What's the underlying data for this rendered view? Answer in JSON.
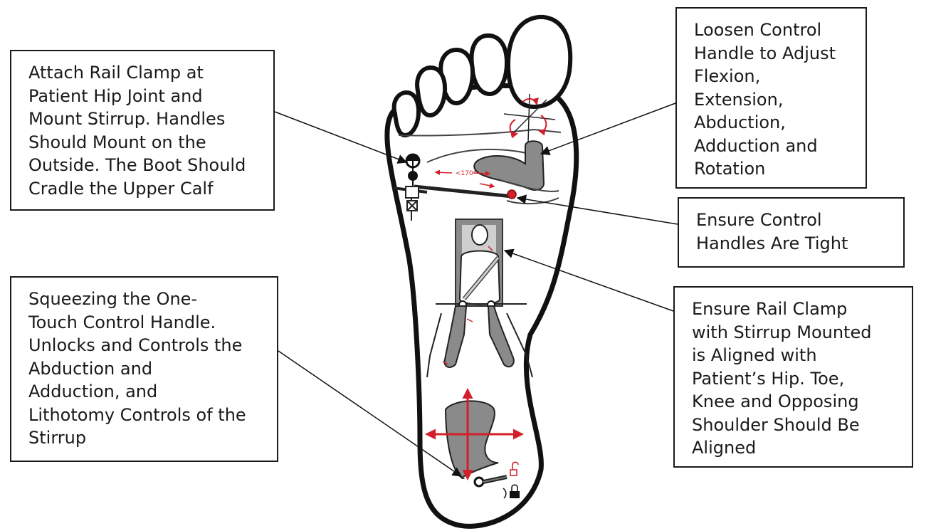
{
  "callouts": {
    "attach": "Attach Rail Clamp at\nPatient Hip Joint and\nMount Stirrup. Handles\nShould Mount on the\nOutside. The Boot Should\nCradle the Upper Calf",
    "loosen": "Loosen Control\nHandle to Adjust\nFlexion,\nExtension,\nAbduction,\nAdduction and\nRotation",
    "tight": "Ensure Control\nHandles Are Tight",
    "squeeze": "Squeezing the One-\nTouch Control Handle.\nUnlocks and Controls the\nAbduction and\nAdduction, and\nLithotomy Controls of the\nStirrup",
    "ensure": "Ensure Rail Clamp\nwith Stirrup Mounted\nis Aligned with\nPatient’s Hip. Toe,\nKnee and Opposing\nShoulder Should Be\nAligned"
  },
  "figure_labels": {
    "angle": "<170°"
  },
  "colors": {
    "outline": "#111111",
    "grey_fill": "#8a8a8a",
    "accent_red": "#d21f2a"
  }
}
